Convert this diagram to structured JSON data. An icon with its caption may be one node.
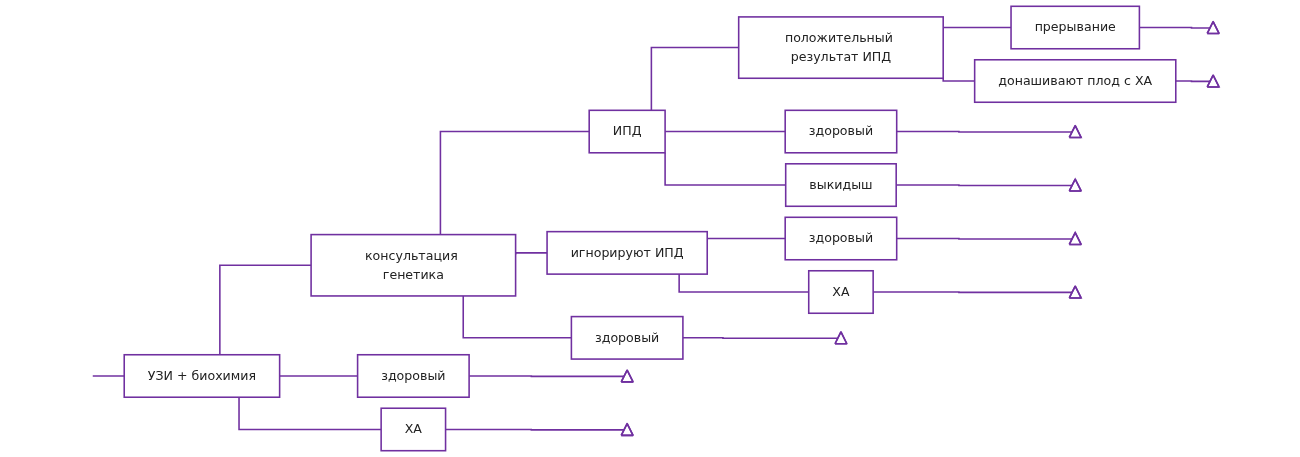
{
  "diagram": {
    "nodes": [
      {
        "text": [
          "УЗИ + биохимия"
        ]
      },
      {
        "text": [
          "здоровый"
        ]
      },
      {
        "text": [
          "ХА"
        ]
      },
      {
        "text": [
          "консультация генетика"
        ]
      },
      {
        "text": [
          "здоровый"
        ]
      },
      {
        "text": [
          "ИПД"
        ]
      },
      {
        "text": [
          "здоровый"
        ]
      },
      {
        "text": [
          "выкидыш"
        ]
      },
      {
        "text": [
          "положительный результат ИПД"
        ]
      },
      {
        "text": [
          "прерывание"
        ]
      },
      {
        "text": [
          "донашивают плод с ХА"
        ]
      },
      {
        "text": [
          "игнорируют ИПД"
        ]
      },
      {
        "text": [
          "здоровый"
        ]
      },
      {
        "text": [
          "ХА"
        ]
      },
      {
        "text": [],
        "shape": "triangle"
      },
      {
        "text": [],
        "shape": "triangle"
      },
      {
        "text": [],
        "shape": "triangle"
      },
      {
        "text": [],
        "shape": "triangle"
      },
      {
        "text": [],
        "shape": "triangle"
      },
      {
        "text": [],
        "shape": "triangle"
      },
      {
        "text": [],
        "shape": "triangle"
      },
      {
        "text": [],
        "shape": "triangle"
      },
      {
        "text": [],
        "shape": "triangle"
      }
    ],
    "edges": [
      {
        "from": null,
        "to": 0,
        "arrow": "none"
      },
      {
        "from": 0,
        "to": 1,
        "arrow": "none"
      },
      {
        "from": 0,
        "to": 2,
        "arrow": "none"
      },
      {
        "from": 0,
        "to": 3,
        "arrow": "none"
      },
      {
        "from": 3,
        "to": 4,
        "arrow": "none"
      },
      {
        "from": 3,
        "to": 5,
        "arrow": "none"
      },
      {
        "from": 3,
        "to": 11,
        "arrow": "none"
      },
      {
        "from": 5,
        "to": 6,
        "arrow": "none"
      },
      {
        "from": 5,
        "to": 7,
        "arrow": "none"
      },
      {
        "from": 5,
        "to": 8,
        "arrow": "none"
      },
      {
        "from": 8,
        "to": 9,
        "arrow": "none"
      },
      {
        "from": 8,
        "to": 10,
        "arrow": "none"
      },
      {
        "from": 11,
        "to": 12,
        "arrow": "none"
      },
      {
        "from": 11,
        "to": 13,
        "arrow": "none"
      },
      {
        "from": 1,
        "to": 14,
        "arrow": "none"
      },
      {
        "from": 2,
        "to": 15,
        "arrow": "none"
      },
      {
        "from": 4,
        "to": 16,
        "arrow": "none"
      },
      {
        "from": 6,
        "to": 17,
        "arrow": "none"
      },
      {
        "from": 7,
        "to": 18,
        "arrow": "none"
      },
      {
        "from": 9,
        "to": 19,
        "arrow": "none"
      },
      {
        "from": 10,
        "to": 20,
        "arrow": "none"
      },
      {
        "from": 12,
        "to": 21,
        "arrow": "none"
      },
      {
        "from": 13,
        "to": 22,
        "arrow": "none"
      }
    ]
  }
}
